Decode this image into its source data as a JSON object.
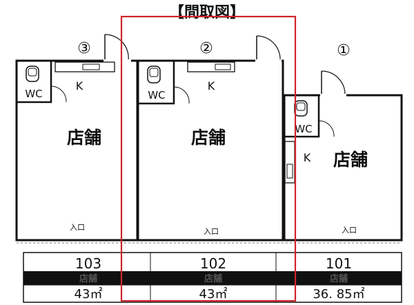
{
  "title": "【間取図】",
  "units": [
    {
      "marker": "③",
      "room": "店舗",
      "kitchen": "K",
      "wc": "WC",
      "entrance": "入口"
    },
    {
      "marker": "②",
      "room": "店舗",
      "kitchen": "K",
      "wc": "WC",
      "entrance": "入口"
    },
    {
      "marker": "①",
      "room": "店舗",
      "kitchen": "K",
      "wc": "WC",
      "entrance": "入口"
    }
  ],
  "table": [
    {
      "number": "103",
      "use": "店舗",
      "area": "43㎡"
    },
    {
      "number": "102",
      "use": "店舗",
      "area": "43㎡"
    },
    {
      "number": "101",
      "use": "店舗",
      "area": "36. 85㎡"
    }
  ],
  "highlight_color": "#d0242b"
}
